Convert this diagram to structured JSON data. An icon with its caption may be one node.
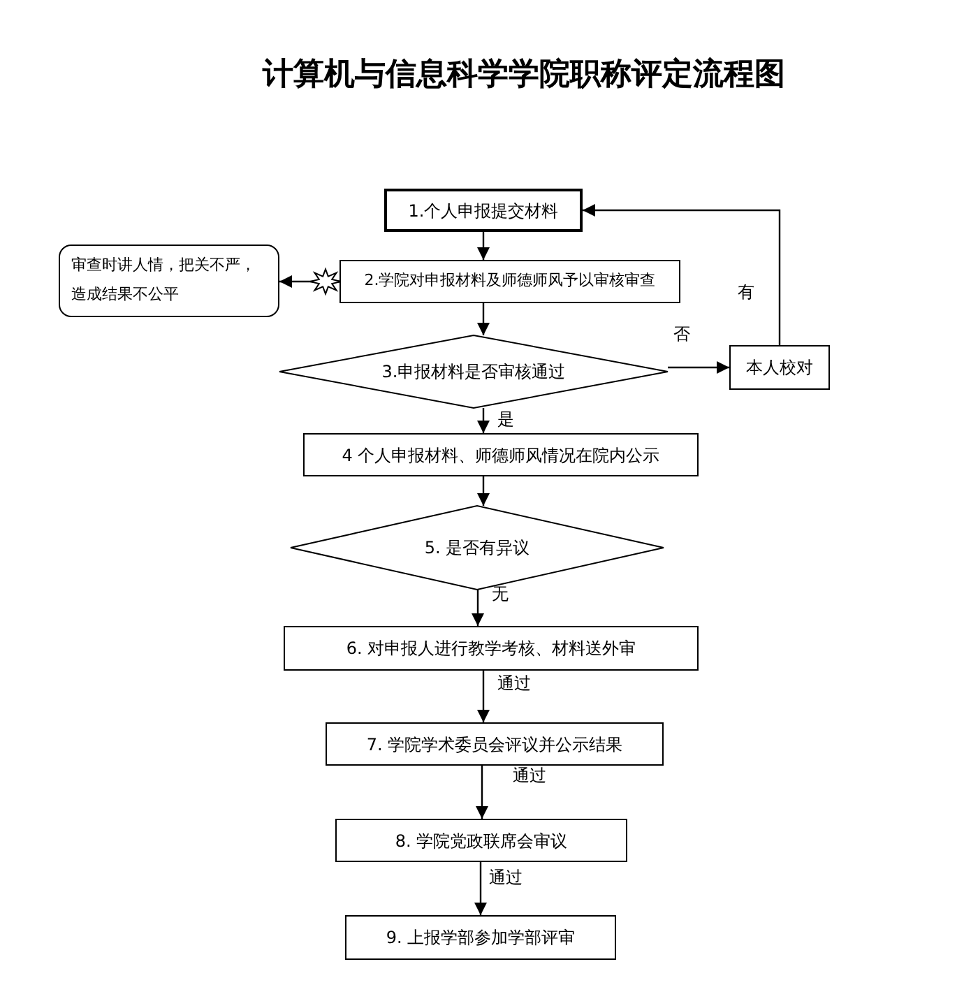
{
  "diagram": {
    "title": "计算机与信息科学学院职称评定流程图",
    "nodes": [
      {
        "text": [
          "1.个人申报提交材料"
        ]
      },
      {
        "text": [
          "2.学院对申报材料及师德师风予以审核审查"
        ]
      },
      {
        "text": [
          "审查时讲人情，把关不严，造成结果不公平"
        ]
      },
      {
        "text": [
          "3.申报材料是否审核通过"
        ]
      },
      {
        "text": [
          "本人校对"
        ]
      },
      {
        "text": [
          "4 个人申报材料、师德师风情况在院内公示"
        ]
      },
      {
        "text": [
          "5. 是否有异议"
        ]
      },
      {
        "text": [
          "6. 对申报人进行教学考核、材料送外审"
        ]
      },
      {
        "text": [
          "7. 学院学术委员会评议并公示结果"
        ]
      },
      {
        "text": [
          "8. 学院党政联席会审议"
        ]
      },
      {
        "text": [
          "9. 上报学部参加学部评审"
        ]
      }
    ],
    "edges": [
      {
        "from": 0,
        "to": 1,
        "arrow": "to"
      },
      {
        "from": 1,
        "to": 2,
        "arrow": "to"
      },
      {
        "from": 1,
        "to": 3,
        "arrow": "to"
      },
      {
        "from": 3,
        "to": 4,
        "arrow": "to",
        "label": "否"
      },
      {
        "from": 4,
        "to": 0,
        "arrow": "to",
        "label": "有"
      },
      {
        "from": 3,
        "to": 5,
        "arrow": "to",
        "label": "是"
      },
      {
        "from": 5,
        "to": 6,
        "arrow": "to"
      },
      {
        "from": 6,
        "to": 7,
        "arrow": "to",
        "label": "无"
      },
      {
        "from": 7,
        "to": 8,
        "arrow": "to",
        "label": "通过"
      },
      {
        "from": 8,
        "to": 9,
        "arrow": "to",
        "label": "通过"
      },
      {
        "from": 9,
        "to": 10,
        "arrow": "to",
        "label": "通过"
      }
    ]
  }
}
